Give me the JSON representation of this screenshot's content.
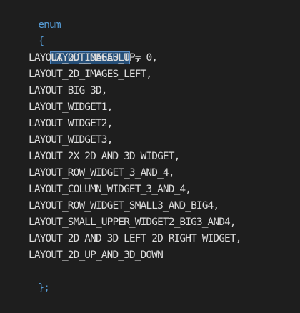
{
  "code": {
    "keyword": "enum",
    "open_brace": "{",
    "close_brace": "};",
    "selected_identifier": "LAYOUT_DEFAULT",
    "first_assign": " = 0,",
    "entries": [
      "LAYOUT_2D_IMAGES_UP,",
      "LAYOUT_2D_IMAGES_LEFT,",
      "LAYOUT_BIG_3D,",
      "LAYOUT_WIDGET1,",
      "LAYOUT_WIDGET2,",
      "LAYOUT_WIDGET3,",
      "LAYOUT_2X_2D_AND_3D_WIDGET,",
      "LAYOUT_ROW_WIDGET_3_AND_4,",
      "LAYOUT_COLUMN_WIDGET_3_AND_4,",
      "LAYOUT_ROW_WIDGET_SMALL3_AND_BIG4,",
      "LAYOUT_SMALL_UPPER_WIDGET2_BIG3_AND4,",
      "LAYOUT_2D_AND_3D_LEFT_2D_RIGHT_WIDGET,",
      "LAYOUT_2D_UP_AND_3D_DOWN"
    ]
  },
  "colors": {
    "background": "#1e1e1e",
    "keyword": "#569cd6",
    "text": "#dcdcdc",
    "selection": "#264f78"
  }
}
